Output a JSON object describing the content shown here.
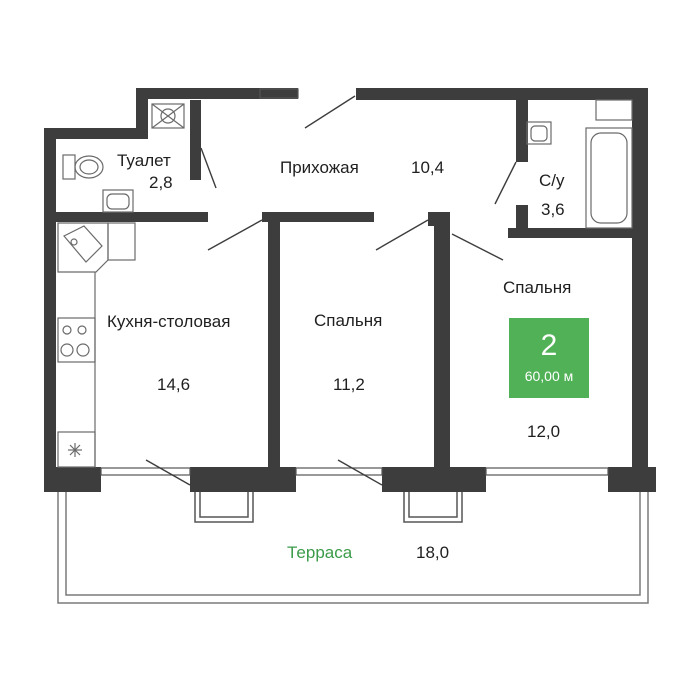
{
  "plan": {
    "summary": {
      "rooms_count": "2",
      "total_area": "60,00 м"
    },
    "rooms": {
      "toilet": {
        "name": "Туалет",
        "area": "2,8"
      },
      "hallway": {
        "name": "Прихожая",
        "area": "10,4"
      },
      "bathroom": {
        "name": "С/у",
        "area": "3,6"
      },
      "bedroom_right": {
        "name": "Спальня",
        "area": "12,0"
      },
      "kitchen": {
        "name": "Кухня-столовая",
        "area": "14,6"
      },
      "bedroom_middle": {
        "name": "Спальня",
        "area": "11,2"
      },
      "terrace": {
        "name": "Терраса",
        "area": "18,0"
      }
    },
    "colors": {
      "wall": "#3d3d3d",
      "fixture": "#6a6a6a",
      "badge": "#50b157",
      "terrace_label": "#3b9b48",
      "text": "#1f1f1f"
    },
    "icons": [
      "toilet-icon",
      "washbasin-icon",
      "bathtub-icon",
      "stove-icon",
      "fridge-icon",
      "kitchen-sink-icon",
      "ventilation-icon"
    ]
  }
}
